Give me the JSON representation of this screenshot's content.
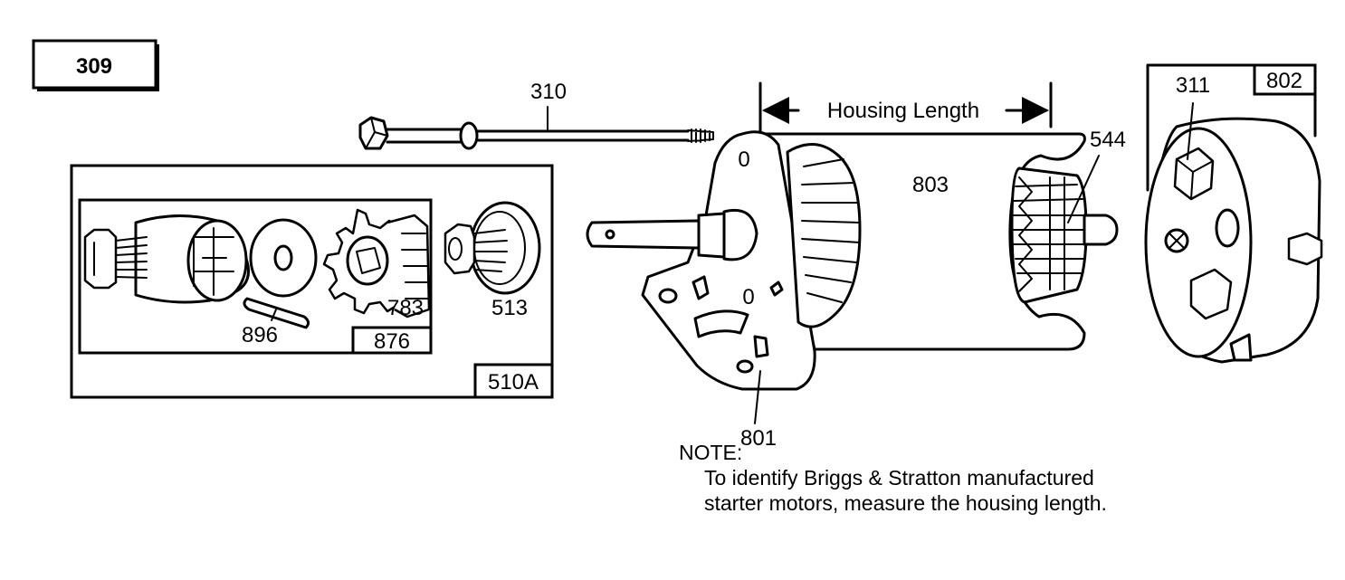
{
  "figure_id": "309",
  "labels": {
    "bolt": "310",
    "housing_length": "Housing Length",
    "drive_kit": "510A",
    "pin": "896",
    "gear_kit": "876",
    "gear": "783",
    "clutch": "513",
    "bracket": "801",
    "housing": "803",
    "armature": "544",
    "end_cap_kit": "802",
    "brush": "311"
  },
  "note": {
    "heading": "NOTE:",
    "line1": "To identify Briggs & Stratton manufactured",
    "line2": "starter motors, measure the housing length."
  }
}
